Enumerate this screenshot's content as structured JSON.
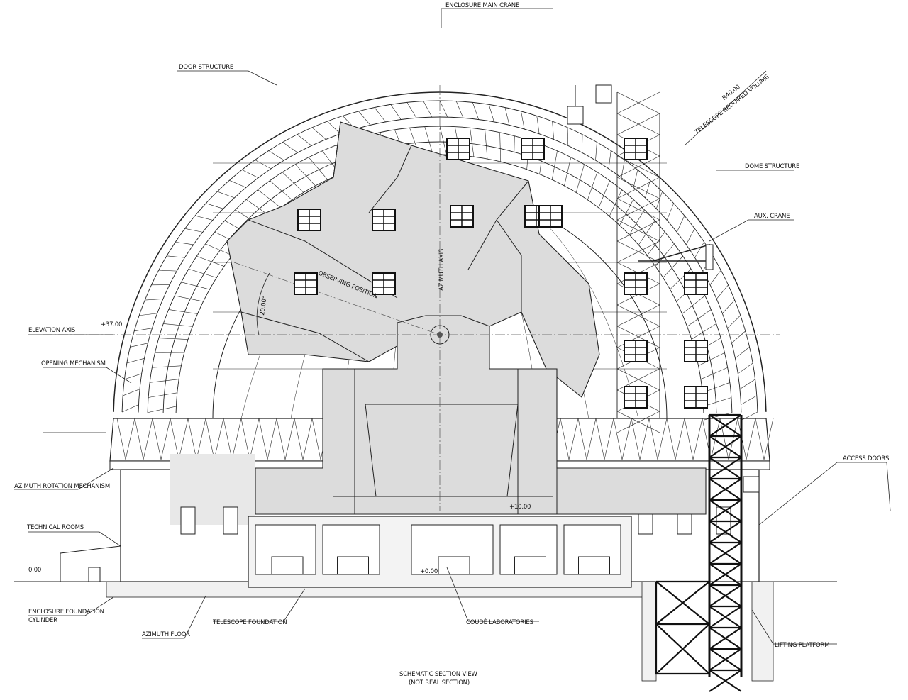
{
  "title": "SCHEMATIC SECTION VIEW",
  "subtitle": "(NOT REAL SECTION)",
  "labels": {
    "enclosure_main_crane": "ENCLOSURE MAIN CRANE",
    "door_structure": "DOOR STRUCTURE",
    "radius": "R40.00",
    "telescope_required_volume": "TELESCOPE REQUIRED VOLUME",
    "dome_structure": "DOME STRUCTURE",
    "aux_crane": "AUX. CRANE",
    "elevation_axis": "ELEVATION AXIS",
    "elevation_level": "+37.00",
    "opening_mechanism": "OPENING MECHANISM",
    "azimuth_rotation_mechanism": "AZIMUTH ROTATION MECHANISM",
    "technical_rooms": "TECHNICAL ROOMS",
    "ground_level": "0.00",
    "enclosure_foundation_cylinder_1": "ENCLOSURE FOUNDATION",
    "enclosure_foundation_cylinder_2": "CYLINDER",
    "azimuth_floor": "AZIMUTH FLOOR",
    "telescope_foundation": "TELESCOPE FOUNDATION",
    "coude_laboratories": "COUDÉ LABORATORIES",
    "lifting_platform": "LIFTING PLATFORM",
    "access_doors": "ACCESS DOORS",
    "observing_position": "OBSERVING POSITION",
    "azimuth_axis": "AZIMUTH AXIS",
    "angle": "20.00°",
    "level_plus_10": "+10.00",
    "level_plus_0": "+0.00"
  },
  "colors": {
    "line": "#222222",
    "telescope_fill": "#dcdcdc",
    "background": "#ffffff"
  }
}
